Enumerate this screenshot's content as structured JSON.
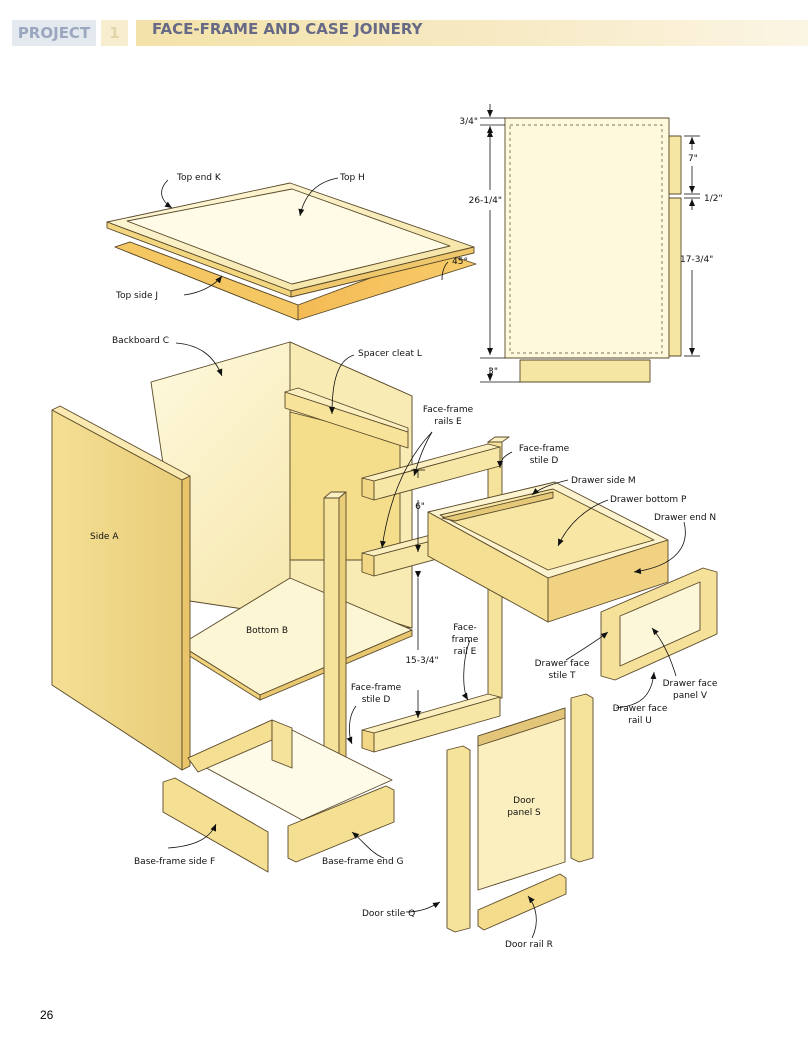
{
  "header": {
    "project_word": "PROJECT",
    "project_number": "1",
    "title": "FACE-FRAME AND CASE JOINERY"
  },
  "page_number": "26",
  "colors": {
    "wood_light": "#fdf4cc",
    "wood_mid": "#f6e6a3",
    "wood_dark": "#e9cf7c",
    "edge_orange": "#f2b24a",
    "outline": "#5a4a2a",
    "header_blue_text": "#666a86"
  },
  "labels": {
    "top_end_k": "Top end K",
    "top_h": "Top H",
    "top_side_j": "Top side J",
    "angle_45": "45°",
    "backboard_c": "Backboard C",
    "spacer_cleat_l": "Spacer cleat L",
    "face_frame_rails_e_1": "Face-frame",
    "face_frame_rails_e_2": "rails E",
    "face_frame_stile_d_top_1": "Face-frame",
    "face_frame_stile_d_top_2": "stile D",
    "drawer_side_m": "Drawer side M",
    "drawer_bottom_p": "Drawer bottom P",
    "drawer_end_n": "Drawer end N",
    "side_a": "Side A",
    "bottom_b": "Bottom B",
    "dim_6": "6\"",
    "dim_15_3_4": "15-3/4\"",
    "face_frame_rail_e_1": "Face-",
    "face_frame_rail_e_2": "frame",
    "face_frame_rail_e_3": "rail E",
    "face_frame_stile_d_bottom_1": "Face-frame",
    "face_frame_stile_d_bottom_2": "stile D",
    "drawer_face_stile_t_1": "Drawer face",
    "drawer_face_stile_t_2": "stile T",
    "drawer_face_panel_v_1": "Drawer face",
    "drawer_face_panel_v_2": "panel V",
    "drawer_face_rail_u_1": "Drawer face",
    "drawer_face_rail_u_2": "rail U",
    "door_panel_s_1": "Door",
    "door_panel_s_2": "panel S",
    "base_frame_side_f": "Base-frame side F",
    "base_frame_end_g": "Base-frame end G",
    "door_stile_q": "Door stile Q",
    "door_rail_r": "Door rail R"
  },
  "elevation": {
    "dim_3_4": "3/4\"",
    "dim_26_1_4": "26-1/4\"",
    "dim_3": "3\"",
    "dim_7": "7\"",
    "dim_1_2": "1/2\"",
    "dim_17_3_4": "17-3/4\""
  }
}
